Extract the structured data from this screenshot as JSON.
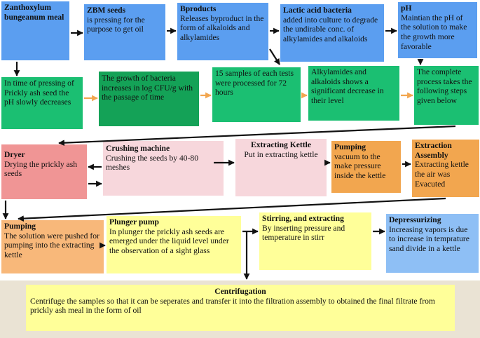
{
  "boxes": {
    "zanthoxylum": {
      "title": "Zanthoxylum bungeanum meal"
    },
    "zbm_seeds": {
      "title": "ZBM seeds",
      "body": "is pressing for the purpose to get oil"
    },
    "bproducts": {
      "title": "Bproducts",
      "body": "Releases byproduct in the form of alkaloids and alkylamides"
    },
    "lactic": {
      "title": "Lactic acid bacteria",
      "body": "added into culture to degrade the undirable conc. of alkylamides and alkaloids"
    },
    "ph": {
      "title": "pH",
      "body": "Maintian the pH of the solution to make the growth more favorable"
    },
    "pressing_ph": {
      "body": "In time of pressing of Prickly ash seed the pH slowly decreases"
    },
    "bacteria_growth": {
      "body": "The growth of bacteria increases in log CFU/g with the passage of time"
    },
    "samples": {
      "body": "15 samples of each tests were processed for 72 hours"
    },
    "alkylamides": {
      "body": "Alkylamides and alkaloids shows a significant decrease in their level"
    },
    "complete": {
      "body": "The complete process takes the following steps given below"
    },
    "dryer": {
      "title": "Dryer",
      "body": "Drying the prickly ash seeds"
    },
    "crushing": {
      "title": "Crushing machine",
      "body": "Crushing the seeds by 40-80 meshes"
    },
    "extracting_kettle": {
      "title": "Extracting Kettle",
      "body": "Put in extracting kettle"
    },
    "pumping1": {
      "title": "Pumping",
      "body": "vacuum to the make pressure inside the kettle"
    },
    "extraction_assembly": {
      "title": "Extraction Assembly",
      "body": "Extracting kettle the air was Evacuted"
    },
    "pumping2": {
      "title": "Pumping",
      "body": "The solution were pushed for pumping into the extracting kettle"
    },
    "plunger": {
      "title": "Plunger pump",
      "body": "In plunger the prickly ash seeds are emerged under the liquid level under the observation of a sight glass"
    },
    "stirring": {
      "title": "Stirring, and extracting",
      "body": "By inserting pressure and temperature in stirr"
    },
    "depressurizing": {
      "title": "Depressurizing",
      "body": "Increasing vapors is due to increase in temprature sand divide  in a kettle"
    },
    "centrifugation": {
      "title": "Centrifugation",
      "body": "Centrifuge the samples so that it can be seperates and transfer it into the filtration assembly to obtained the final filtrate from prickly ash meal in the form of oil"
    }
  },
  "colors": {
    "blue": "#5b9ef0",
    "green": "#1bbf72",
    "dark_green": "#14a257",
    "pink_red": "#f09595",
    "pink": "#f7d7dc",
    "orange": "#f2a64f",
    "yellow": "#ffff99",
    "cream": "#eae3d4",
    "arrow": "#111111",
    "arrow_orange": "#f2a64f"
  }
}
